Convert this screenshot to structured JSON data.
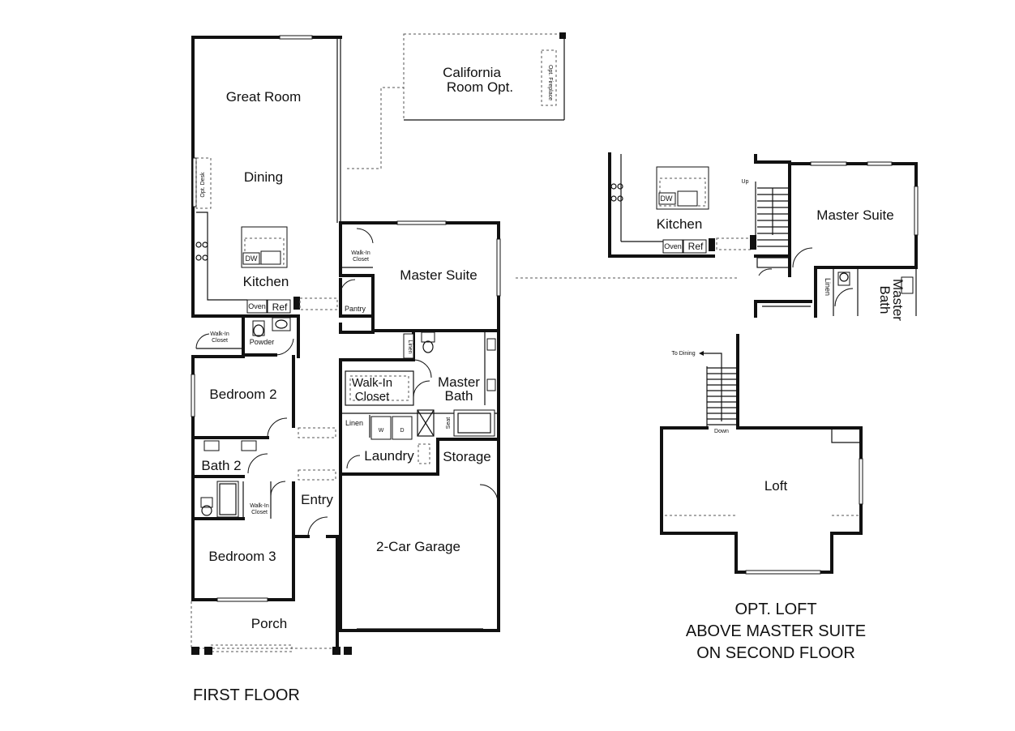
{
  "first_floor": {
    "caption": "FIRST FLOOR",
    "rooms": {
      "great_room": "Great Room",
      "dining": "Dining",
      "opt_desk": "Opt. Desk",
      "kitchen": "Kitchen",
      "dw": "DW",
      "oven": "Oven",
      "ref": "Ref",
      "pantry": "Pantry",
      "walkin_closet_master_top": [
        "Walk-In",
        "Closet"
      ],
      "master_suite": "Master Suite",
      "california_room": [
        "California",
        "Room Opt."
      ],
      "opt_fireplace": "Opt. Fireplace",
      "walkin_closet_bed2": [
        "Walk-In",
        "Closet"
      ],
      "powder": "Powder",
      "bedroom2": "Bedroom 2",
      "linen_hall": "Linen",
      "walkin_closet_master": [
        "Walk-In",
        "Closet"
      ],
      "master_bath": [
        "Master",
        "Bath"
      ],
      "linen_laundry": "Linen",
      "washer": "W",
      "dryer": "D",
      "seat": "Seat",
      "laundry": "Laundry",
      "storage": "Storage",
      "bath2": "Bath 2",
      "walkin_closet_bed3": [
        "Walk-In",
        "Closet"
      ],
      "entry": "Entry",
      "bedroom3": "Bedroom 3",
      "garage": "2-Car Garage",
      "porch": "Porch"
    }
  },
  "opt_loft_detail": {
    "kitchen": "Kitchen",
    "dw": "DW",
    "oven": "Oven",
    "ref": "Ref",
    "up": "Up",
    "master_suite": "Master Suite",
    "linen": "Linen",
    "master_bath": [
      "Master",
      "Bath"
    ]
  },
  "loft_plan": {
    "to_dining": "To Dining",
    "down": "Down",
    "loft": "Loft",
    "caption": [
      "OPT. LOFT",
      "ABOVE MASTER SUITE",
      "ON SECOND FLOOR"
    ]
  }
}
